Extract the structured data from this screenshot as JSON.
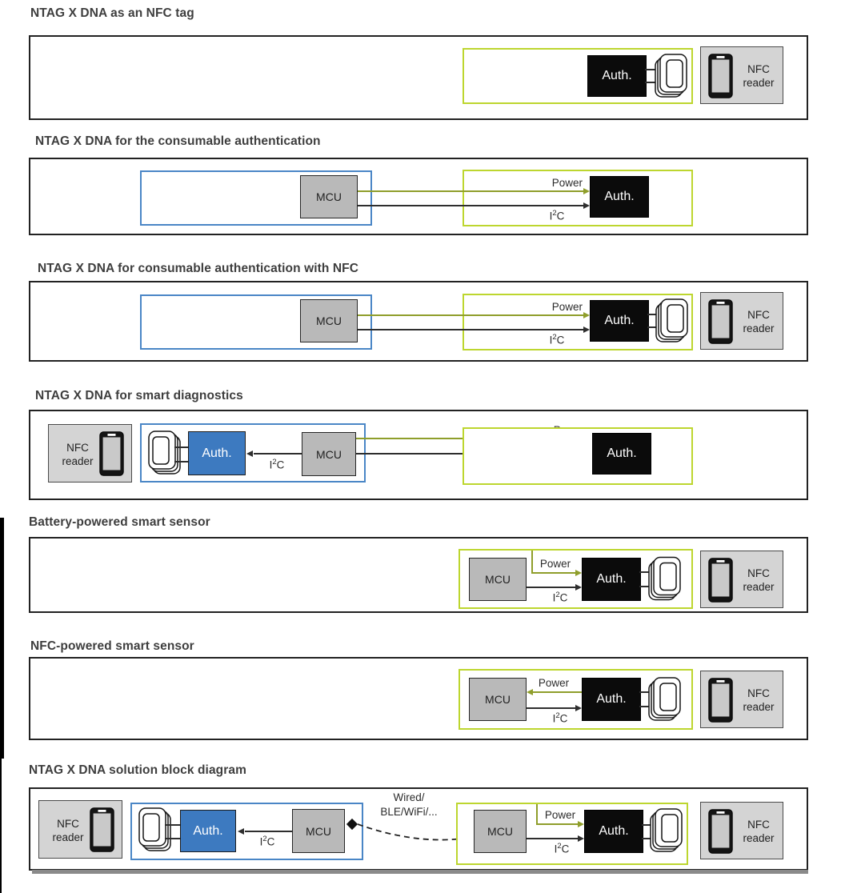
{
  "colors": {
    "lime": "#bdd62f",
    "olive": "#8f9e2b",
    "blue_frame": "#4a86c6",
    "blue_fill": "#3d7ac0",
    "black_fill": "#0b0b0b",
    "gray_mcu": "#b9b9b9",
    "gray_reader": "#d4d4d4",
    "line_dark": "#2e2e2e",
    "title_text": "#3e3e3e"
  },
  "labels": {
    "auth": "Auth.",
    "mcu": "MCU",
    "nfc_line1": "NFC",
    "nfc_line2": "reader",
    "power": "Power",
    "i2c_base": "I",
    "i2c_sup": "2",
    "i2c_tail": "C",
    "link_line1": "Wired/",
    "link_line2": "BLE/WiFi/..."
  },
  "sections": [
    {
      "title": "NTAG X DNA as an NFC tag"
    },
    {
      "title": "NTAG X DNA for the consumable authentication"
    },
    {
      "title": "NTAG X DNA for consumable authentication with NFC"
    },
    {
      "title": "NTAG X DNA for smart diagnostics"
    },
    {
      "title": "Battery-powered smart sensor"
    },
    {
      "title": "NFC-powered smart sensor"
    },
    {
      "title": "NTAG X DNA solution block diagram"
    }
  ]
}
